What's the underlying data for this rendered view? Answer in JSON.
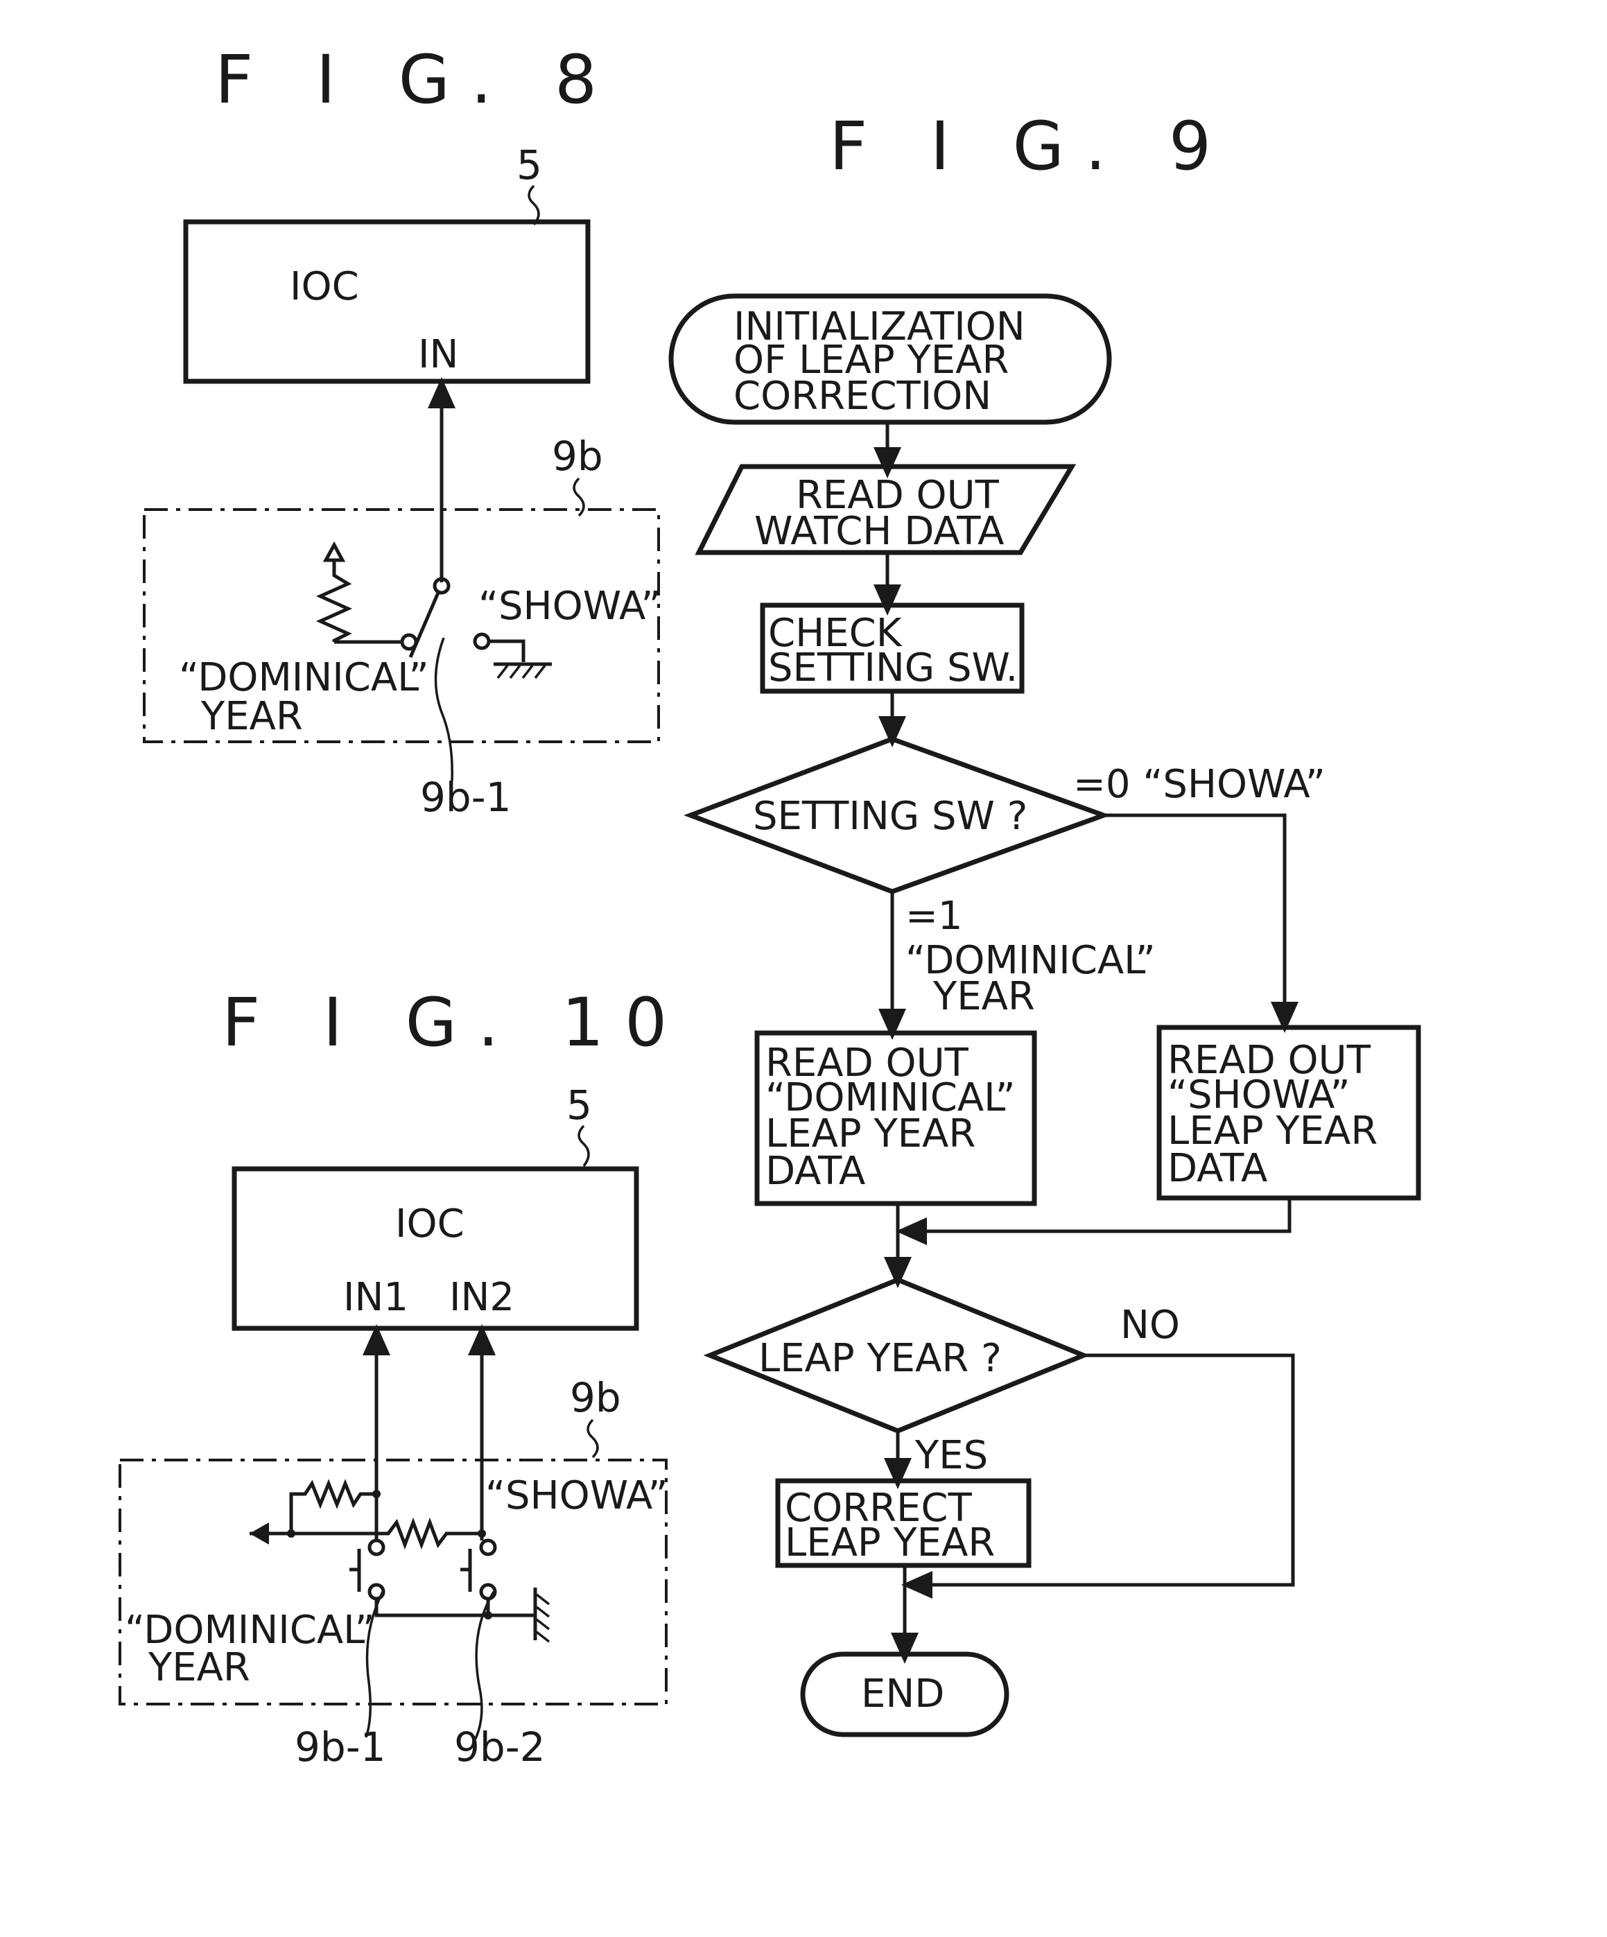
{
  "fig8": {
    "title": "F I G. 8",
    "ioc_ref": "5",
    "ioc_label": "IOC",
    "ioc_input": "IN",
    "switch_ref": "9b",
    "switch_element_ref": "9b-1",
    "showa_label": "“SHOWA”",
    "dominical_label_line1": "“DOMINICAL”",
    "dominical_label_line2": "YEAR"
  },
  "fig9": {
    "title": "F I G. 9",
    "start_lines": [
      "INITIALIZATION",
      "OF LEAP YEAR",
      "CORRECTION"
    ],
    "read_watch_lines": [
      "READ OUT",
      "WATCH DATA"
    ],
    "check_sw_lines": [
      "CHECK",
      "SETTING SW."
    ],
    "decision_sw": "SETTING SW ?",
    "branch_zero": "=0 “SHOWA”",
    "branch_one_lines": [
      "=1",
      "“DOMINICAL”",
      "YEAR"
    ],
    "read_dominical_lines": [
      "READ OUT",
      "“DOMINICAL”",
      "LEAP YEAR",
      "DATA"
    ],
    "read_showa_lines": [
      "READ OUT",
      "“SHOWA”",
      "LEAP YEAR",
      "DATA"
    ],
    "decision_leap": "LEAP YEAR ?",
    "no_label": "NO",
    "yes_label": "YES",
    "correct_lines": [
      "CORRECT",
      "LEAP YEAR"
    ],
    "end_label": "END"
  },
  "fig10": {
    "title": "F I G. 10",
    "ioc_ref": "5",
    "ioc_label": "IOC",
    "ioc_input1": "IN1",
    "ioc_input2": "IN2",
    "switch_ref": "9b",
    "showa_label": "“SHOWA”",
    "dominical_label_line1": "“DOMINICAL”",
    "dominical_label_line2": "YEAR",
    "switch1_ref": "9b-1",
    "switch2_ref": "9b-2"
  }
}
